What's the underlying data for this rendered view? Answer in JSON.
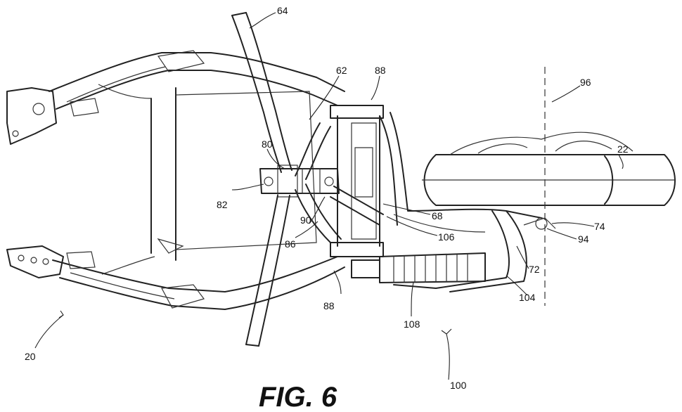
{
  "figure_caption": "FIG. 6",
  "reference_numerals": {
    "r64": "64",
    "r62": "62",
    "r88_top": "88",
    "r96": "96",
    "r22": "22",
    "r80": "80",
    "r82": "82",
    "r90": "90",
    "r86": "86",
    "r68": "68",
    "r106": "106",
    "r74": "74",
    "r94": "94",
    "r72": "72",
    "r104": "104",
    "r88_bottom": "88",
    "r108": "108",
    "r20": "20",
    "r100": "100"
  }
}
